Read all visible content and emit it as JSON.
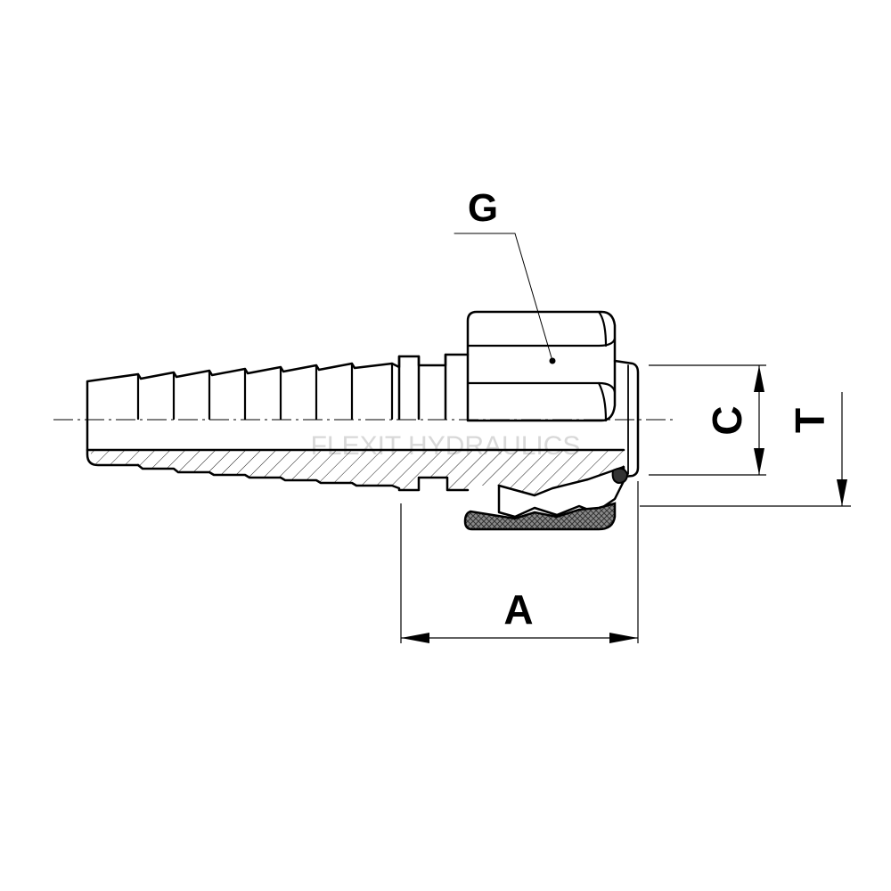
{
  "labels": {
    "g": "G",
    "a": "A",
    "c": "C",
    "t": "T"
  },
  "watermark": "FLEXIT HYDRAULICS",
  "colors": {
    "line": "#000000",
    "background": "#ffffff",
    "seal_fill": "#555555",
    "watermark": "#d8d8d8"
  }
}
